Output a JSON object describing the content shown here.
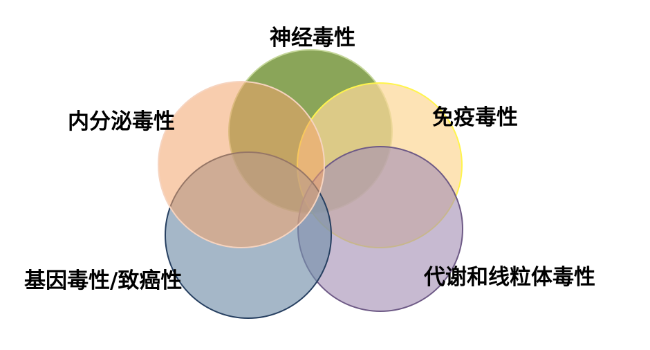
{
  "diagram": {
    "type": "venn",
    "sets": [
      {
        "key": "neuro",
        "label": "神经毒性",
        "fill": "#76953C",
        "stroke": "#C5D79A"
      },
      {
        "key": "immune",
        "label": "免疫毒性",
        "fill": "#FCD898",
        "stroke": "#FFF44D"
      },
      {
        "key": "metabolic",
        "label": "代谢和线粒体毒性",
        "fill": "#A48FB4",
        "stroke": "#6E5A86"
      },
      {
        "key": "genetic",
        "label": "基因毒性/致癌性",
        "fill": "#7490AA",
        "stroke": "#263F60"
      },
      {
        "key": "endocrine",
        "label": "内分泌毒性",
        "fill": "#F3A46B",
        "stroke": "#F6D4C0"
      }
    ]
  }
}
